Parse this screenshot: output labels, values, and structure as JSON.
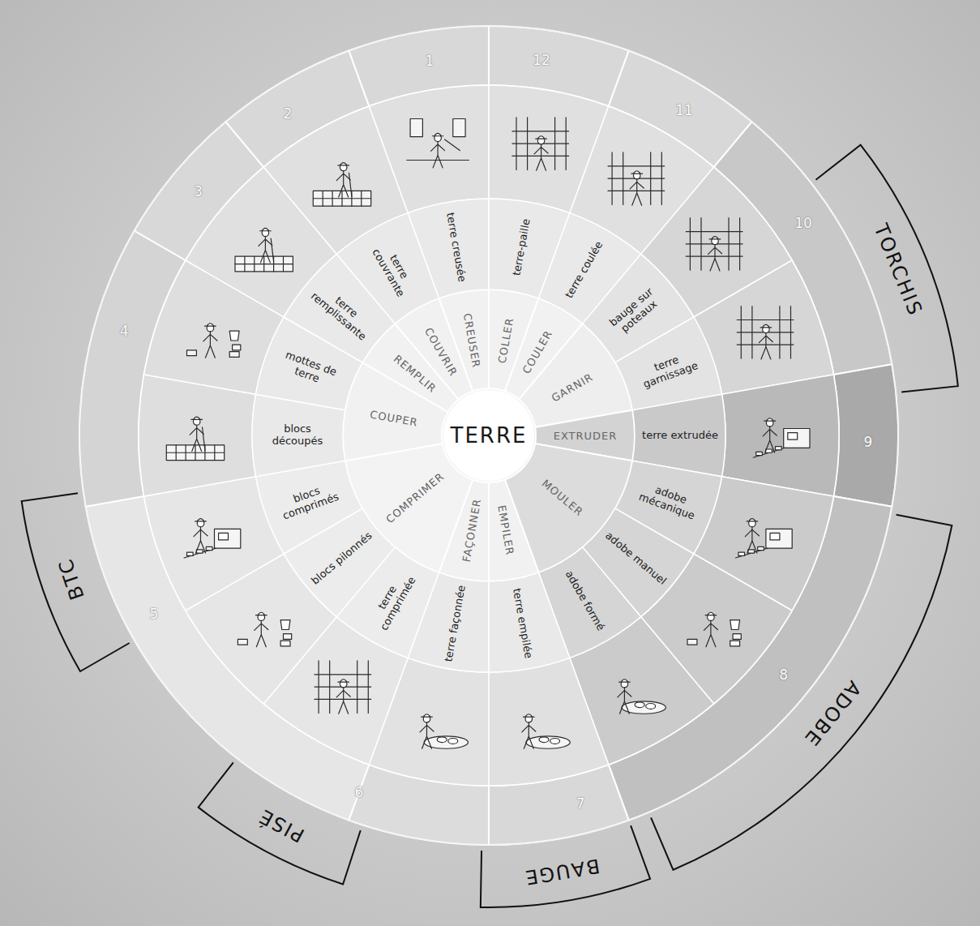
{
  "diagram": {
    "nodes": [
      {
        "text": [
          "TERRE"
        ]
      },
      {
        "text": [
          "CREUSER"
        ]
      },
      {
        "text": [
          "COLLER"
        ]
      },
      {
        "text": [
          "COULER"
        ]
      },
      {
        "text": [
          "GARNIR"
        ]
      },
      {
        "text": [
          "EXTRUDER"
        ]
      },
      {
        "text": [
          "MOULER"
        ]
      },
      {
        "text": [
          "EMPILER"
        ]
      },
      {
        "text": [
          "FAÇONNER"
        ]
      },
      {
        "text": [
          "COMPRIMER"
        ]
      },
      {
        "text": [
          "COUPER"
        ]
      },
      {
        "text": [
          "REMPLIR"
        ]
      },
      {
        "text": [
          "COUVRIR"
        ]
      },
      {
        "text": [
          "terre creusée"
        ]
      },
      {
        "text": [
          "terre-paille"
        ]
      },
      {
        "text": [
          "terre coulée"
        ]
      },
      {
        "text": [
          "bauge sur poteaux"
        ]
      },
      {
        "text": [
          "terre garnissage"
        ]
      },
      {
        "text": [
          "terre extrudée"
        ]
      },
      {
        "text": [
          "adobe mécanique"
        ]
      },
      {
        "text": [
          "adobe manuel"
        ]
      },
      {
        "text": [
          "adobe formé"
        ]
      },
      {
        "text": [
          "terre empilée"
        ]
      },
      {
        "text": [
          "terre façonnée"
        ]
      },
      {
        "text": [
          "terre comprimée"
        ]
      },
      {
        "text": [
          "blocs pilonnés"
        ]
      },
      {
        "text": [
          "blocs comprimés"
        ]
      },
      {
        "text": [
          "blocs découpés"
        ]
      },
      {
        "text": [
          "mottes de terre"
        ]
      },
      {
        "text": [
          "terre remplissante"
        ]
      },
      {
        "text": [
          "terre couvrante"
        ]
      }
    ],
    "labels": [
      "1",
      "12",
      "11",
      "10",
      "9",
      "8",
      "7",
      "6",
      "5",
      "4",
      "3",
      "2",
      "TORCHIS",
      "ADOBE",
      "BAUGE",
      "PISÉ",
      "BTC"
    ]
  }
}
